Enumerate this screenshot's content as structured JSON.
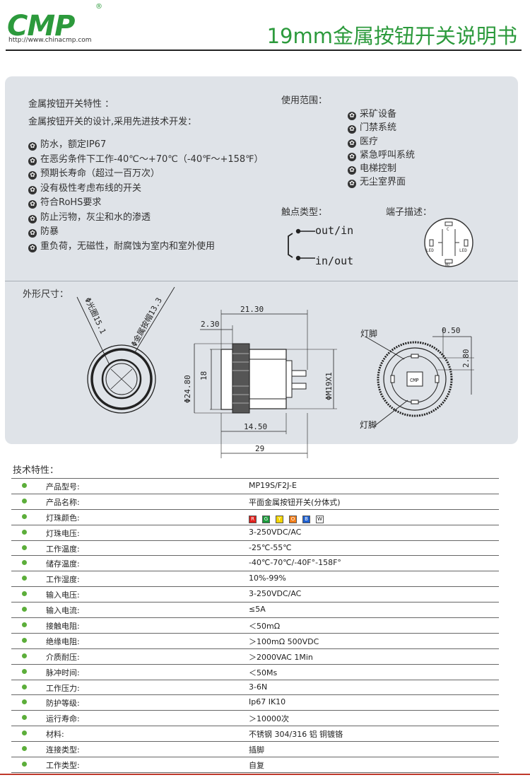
{
  "header": {
    "logo": "CMP",
    "logo_reg": "®",
    "url": "http://www.chinacmp.com",
    "title": "19mm金属按钮开关说明书"
  },
  "features": {
    "heading": "金属按钮开关特性 ：",
    "intro": "金属按钮开关的设计,采用先进技术开发：",
    "items": [
      "防水，额定IP67",
      "在恶劣条件下工作-40℃～+70℃（-40℉～+158℉）",
      "预期长寿命（超过一百万次）",
      "没有极性考虑布线的开关",
      "符合RoHS要求",
      "防止污物，灰尘和水的渗透",
      "防暴",
      "重负荷，无磁性，耐腐蚀为室内和室外使用"
    ]
  },
  "usage": {
    "heading": "使用范围：",
    "items": [
      "采矿设备",
      "门禁系统",
      "医疗",
      "紧急呼叫系统",
      "电梯控制",
      "无尘室界面"
    ]
  },
  "contact": {
    "heading": "触点类型：",
    "out_label": "out/in",
    "in_label": "in/out"
  },
  "terminal": {
    "heading": "端子描述：",
    "c": "C",
    "led_left": "LED",
    "led_right": "LED",
    "no": "NO"
  },
  "dimensions": {
    "heading": "外形尺寸：",
    "label_ring": "Φ光圈15.1",
    "label_cap": "Φ金属按帽13.3",
    "d_21_30": "21.30",
    "d_2_30": "2.30",
    "d_24_80": "Φ24.80",
    "d_18": "18",
    "d_m19": "ΦM19X1",
    "d_14_50": "14.50",
    "d_29": "29",
    "pin_top": "灯脚",
    "pin_bottom": "灯脚",
    "d_0_50": "0.50",
    "d_2_80": "2.80",
    "face_logo": "CMP"
  },
  "specs": {
    "heading": "技术特性：",
    "color_chips": [
      {
        "letter": "R",
        "color": "#e0201c"
      },
      {
        "letter": "G",
        "color": "#1a9a3a"
      },
      {
        "letter": "Y",
        "color": "#f2d400"
      },
      {
        "letter": "O",
        "color": "#f07d1a"
      },
      {
        "letter": "B",
        "color": "#1d5fd0"
      },
      {
        "letter": "W",
        "color": "#ffffff"
      }
    ],
    "rows": [
      {
        "label": "产品型号:",
        "value": "MP19S/F2J-E"
      },
      {
        "label": "产品名称:",
        "value": "平面金属按钮开关(分体式)"
      },
      {
        "label": "灯珠颜色:",
        "value": ""
      },
      {
        "label": "灯珠电压:",
        "value": "3-250VDC/AC"
      },
      {
        "label": "工作温度:",
        "value": "-25℃-55℃"
      },
      {
        "label": "储存温度:",
        "value": "-40℃-70℃/-40F°-158F°"
      },
      {
        "label": "工作湿度:",
        "value": "10%-99%"
      },
      {
        "label": "输入电压:",
        "value": "3-250VDC/AC"
      },
      {
        "label": "输入电流:",
        "value": "≤5A"
      },
      {
        "label": "接触电阻:",
        "value": "＜50mΩ"
      },
      {
        "label": "绝缘电阻:",
        "value": "＞100mΩ  500VDC"
      },
      {
        "label": "介质耐压:",
        "value": "＞2000VAC  1Min"
      },
      {
        "label": "脉冲时间:",
        "value": "＜50Ms"
      },
      {
        "label": "工作压力:",
        "value": "3-6N"
      },
      {
        "label": "防护等级:",
        "value": "Ip67 IK10"
      },
      {
        "label": "运行寿命:",
        "value": "＞10000次"
      },
      {
        "label": "材料:",
        "value": "不锈钢 304/316  铝  铜镀铬"
      },
      {
        "label": "连接类型:",
        "value": "插脚"
      },
      {
        "label": "工作类型:",
        "value": "自复"
      }
    ]
  }
}
